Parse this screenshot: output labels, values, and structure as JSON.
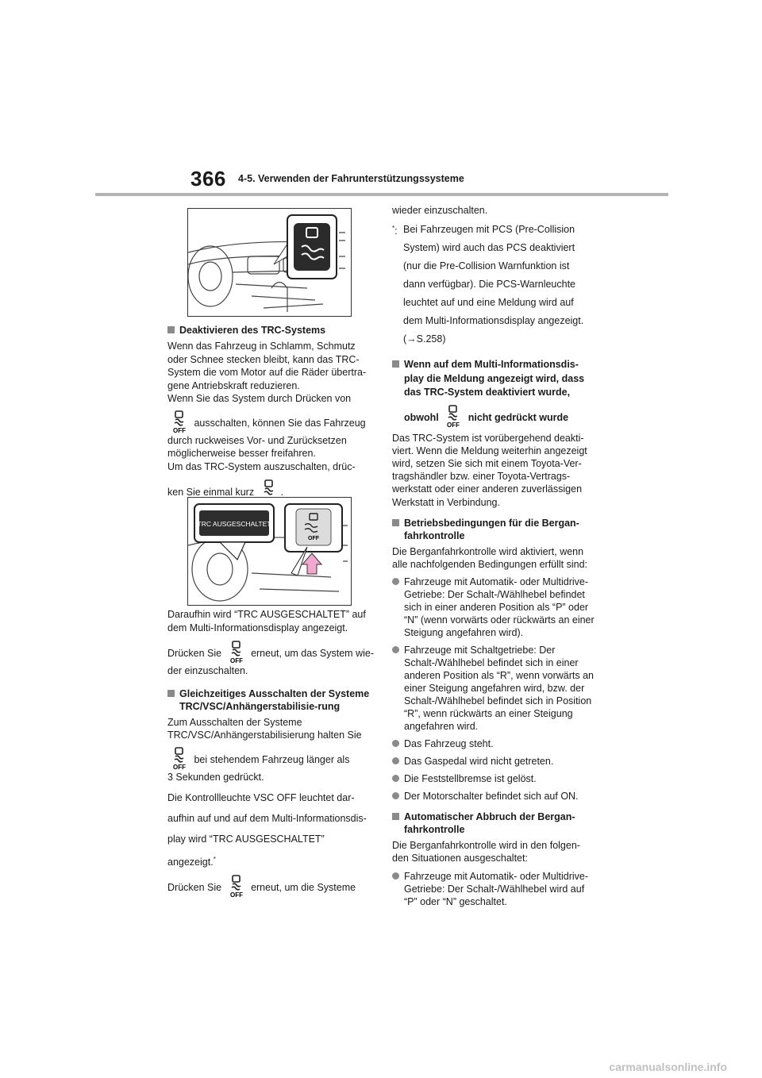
{
  "header": {
    "page_number": "366",
    "section": "4-5. Verwenden der Fahrunterstützungssysteme"
  },
  "icons": {
    "trc_off": "trc-off-switch-icon",
    "arrow": "arrow-right-icon"
  },
  "left": {
    "fig2_label": "TRC AUSGESCHALTET",
    "fig2_off": "OFF",
    "icon_off_text": "OFF",
    "h1": "Deaktivieren des TRC-Systems",
    "p1_lines": [
      "Wenn das Fahrzeug in Schlamm, Schmutz",
      "oder Schnee stecken bleibt, kann das TRC-",
      "System die vom Motor auf die Räder übertra-",
      "gene Antriebskraft reduzieren.",
      "Wenn Sie das System durch Drücken von"
    ],
    "p2_a": "ausschalten, können Sie das Fahrzeug",
    "p2_lines": [
      "durch ruckweises Vor- und Zurücksetzen",
      "möglicherweise besser freifahren.",
      "Um das TRC-System auszuschalten, drüc-"
    ],
    "p2_b": "ken Sie einmal kurz",
    "p2_b_end": ".",
    "p3_lines": [
      "Daraufhin wird “TRC AUSGESCHALTET” auf",
      "dem Multi-Informationsdisplay angezeigt."
    ],
    "p4_a": "Drücken Sie",
    "p4_b": "erneut, um das System wie-",
    "p4_c": "der einzuschalten.",
    "h2": "Gleichzeitiges Ausschalten der Systeme TRC/VSC/Anhängerstabilisie-rung",
    "p5_lines": [
      "Zum Ausschalten der Systeme",
      "TRC/VSC/Anhängerstabilisierung halten Sie"
    ],
    "p5_b": "bei stehendem Fahrzeug länger als",
    "p5_c": "3 Sekunden gedrückt.",
    "p6_lines": [
      "Die Kontrollleuchte VSC OFF leuchtet dar-",
      "aufhin auf und auf dem Multi-Informationsdis-",
      "play wird “TRC AUSGESCHALTET”"
    ],
    "p6_last": "angezeigt.",
    "p6_star": "*",
    "p7_a": "Drücken Sie",
    "p7_b": "erneut, um die Systeme"
  },
  "right": {
    "top": "wieder einzuschalten.",
    "fn_mark": "*",
    "fn_colon": ":",
    "fn_lines": [
      "Bei Fahrzeugen mit PCS (Pre-Collision",
      "System) wird auch das PCS deaktiviert",
      "(nur die Pre-Collision Warnfunktion ist",
      "dann verfügbar). Die PCS-Warnleuchte",
      "leuchtet auf und eine Meldung wird auf",
      "dem Multi-Informationsdisplay angezeigt."
    ],
    "fn_ref": "S.258)",
    "h3_lines": [
      "Wenn auf dem Multi-Informationsdis-",
      "play die Meldung angezeigt wird, dass",
      "das TRC-System deaktiviert wurde,"
    ],
    "h3_a": "obwohl",
    "h3_b": "nicht gedrückt wurde",
    "p8_lines": [
      "Das TRC-System ist vorübergehend deakti-",
      "viert. Wenn die Meldung weiterhin angezeigt",
      "wird, setzen Sie sich mit einem Toyota-Ver-",
      "tragshändler bzw. einer Toyota-Vertrags-",
      "werkstatt oder einer anderen zuverlässigen",
      "Werkstatt in Verbindung."
    ],
    "h4": "Betriebsbedingungen für die Bergan-fahrkontrolle",
    "p9_lines": [
      "Die Berganfahrkontrolle wird aktiviert, wenn",
      "alle nachfolgenden Bedingungen erfüllt sind:"
    ],
    "bullets1": [
      "Fahrzeuge mit Automatik- oder Multidrive-Getriebe: Der Schalt-/Wählhebel befindet sich in einer anderen Position als “P” oder “N” (wenn vorwärts oder rückwärts an einer Steigung angefahren wird).",
      "Fahrzeuge mit Schaltgetriebe: Der Schalt-/Wählhebel befindet sich in einer anderen Position als “R”, wenn vorwärts an einer Steigung angefahren wird, bzw. der Schalt-/Wählhebel befindet sich in Position “R”, wenn rückwärts an einer Steigung angefahren wird.",
      "Das Fahrzeug steht.",
      "Das Gaspedal wird nicht getreten.",
      "Die Feststellbremse ist gelöst.",
      "Der Motorschalter befindet sich auf ON."
    ],
    "h5": "Automatischer Abbruch der Bergan-fahrkontrolle",
    "p10_lines": [
      "Die Berganfahrkontrolle wird in den folgen-",
      "den Situationen ausgeschaltet:"
    ],
    "bullets2": [
      "Fahrzeuge mit Automatik- oder Multidrive-Getriebe: Der Schalt-/Wählhebel wird auf “P” oder “N” geschaltet."
    ]
  },
  "footer": {
    "watermark": "carmanualsonline.info"
  }
}
